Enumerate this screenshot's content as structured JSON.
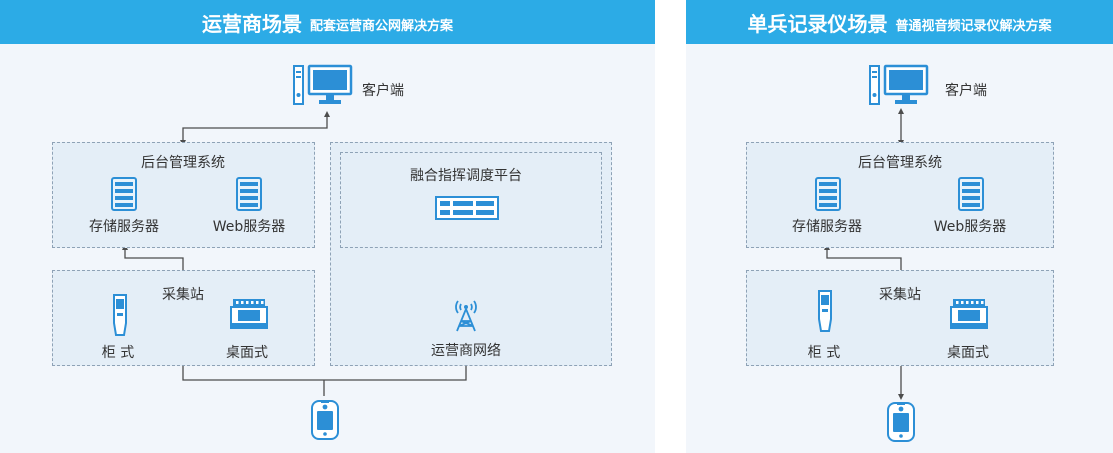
{
  "left": {
    "title": "运营商场景",
    "subtitle": "配套运营商公网解决方案",
    "client": "客户端",
    "backend": "后台管理系统",
    "storage_server": "存储服务器",
    "web_server": "Web服务器",
    "platform": "融合指挥调度平台",
    "station": "采集站",
    "cabinet": "柜 式",
    "desktop": "桌面式",
    "network": "运营商网络"
  },
  "right": {
    "title": "单兵记录仪场景",
    "subtitle": "普通视音频记录仪解决方案",
    "client": "客户端",
    "backend": "后台管理系统",
    "storage_server": "存储服务器",
    "web_server": "Web服务器",
    "station": "采集站",
    "cabinet": "柜 式",
    "desktop": "桌面式"
  },
  "colors": {
    "header": "#2cabe6",
    "panel_bg": "#f2f6fb",
    "box_bg": "#e4eef7",
    "icon": "#2c8fd6"
  },
  "icons": [
    "computer-icon",
    "server-icon",
    "kiosk-icon",
    "desktop-station-icon",
    "rack-device-icon",
    "antenna-tower-icon",
    "body-camera-icon"
  ]
}
